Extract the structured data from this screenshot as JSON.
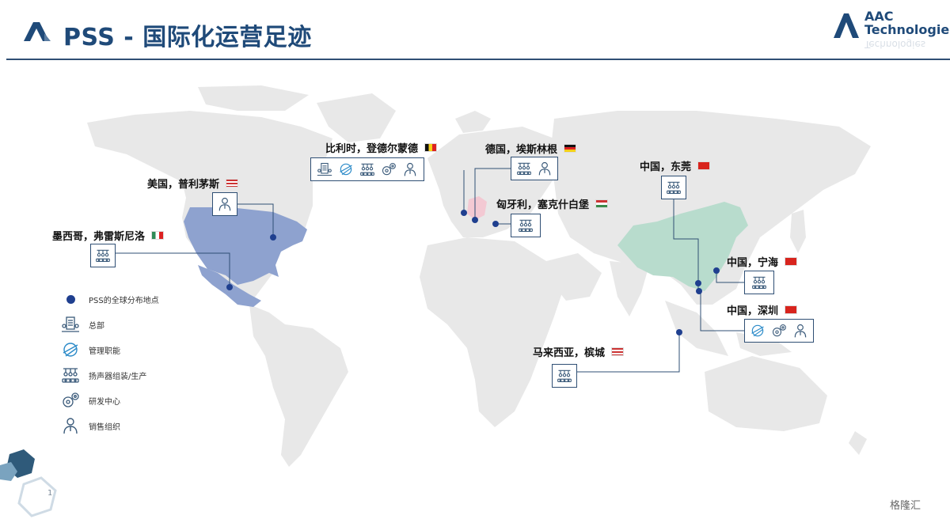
{
  "header": {
    "title": "PSS - 国际化运营足迹",
    "company_line1": "AAC",
    "company_line2": "Technologies",
    "company_mirror": "Technologies"
  },
  "colors": {
    "brand": "#1f4a79",
    "line": "#2f4f74",
    "dot": "#1f3f8f",
    "usa_highlight": "#8ea2cf",
    "china_highlight": "#b8dccd",
    "germany_highlight": "#f3c9d3",
    "land": "#e8e8e8"
  },
  "locations": [
    {
      "id": "mexico",
      "label": "墨西哥，弗雷斯尼洛",
      "flag": "mexico-flag",
      "icons": [
        "speaker-assembly-icon"
      ]
    },
    {
      "id": "usa",
      "label": "美国，普利茅斯",
      "flag": "usa-flag",
      "icons": [
        "sales-icon"
      ]
    },
    {
      "id": "belgium",
      "label": "比利时，登德尔蒙德",
      "flag": "belgium-flag",
      "icons": [
        "headquarters-icon",
        "management-icon",
        "speaker-assembly-icon",
        "rnd-icon",
        "sales-icon"
      ]
    },
    {
      "id": "germany",
      "label": "德国，埃斯林根",
      "flag": "germany-flag",
      "icons": [
        "speaker-assembly-icon",
        "sales-icon"
      ]
    },
    {
      "id": "hungary",
      "label": "匈牙利，塞克什白堡",
      "flag": "hungary-flag",
      "icons": [
        "speaker-assembly-icon"
      ]
    },
    {
      "id": "dongguan",
      "label": "中国，东莞",
      "flag": "china-flag",
      "icons": [
        "speaker-assembly-icon"
      ]
    },
    {
      "id": "ningbo",
      "label": "中国，宁海",
      "flag": "china-flag",
      "icons": [
        "speaker-assembly-icon"
      ]
    },
    {
      "id": "shenzhen",
      "label": "中国，深圳",
      "flag": "china-flag",
      "icons": [
        "management-icon",
        "rnd-icon",
        "sales-icon"
      ]
    },
    {
      "id": "malaysia",
      "label": "马来西亚，槟城",
      "flag": "usa-flag",
      "icons": [
        "speaker-assembly-icon"
      ]
    }
  ],
  "legend": [
    {
      "icon": "location-dot",
      "label": "PSS的全球分布地点"
    },
    {
      "icon": "headquarters-icon",
      "label": "总部"
    },
    {
      "icon": "management-icon",
      "label": "管理职能"
    },
    {
      "icon": "speaker-assembly-icon",
      "label": "扬声器组装/生产"
    },
    {
      "icon": "rnd-icon",
      "label": "研发中心"
    },
    {
      "icon": "sales-icon",
      "label": "销售组织"
    }
  ],
  "footer": {
    "page_number": "1",
    "watermark": "格隆汇"
  }
}
